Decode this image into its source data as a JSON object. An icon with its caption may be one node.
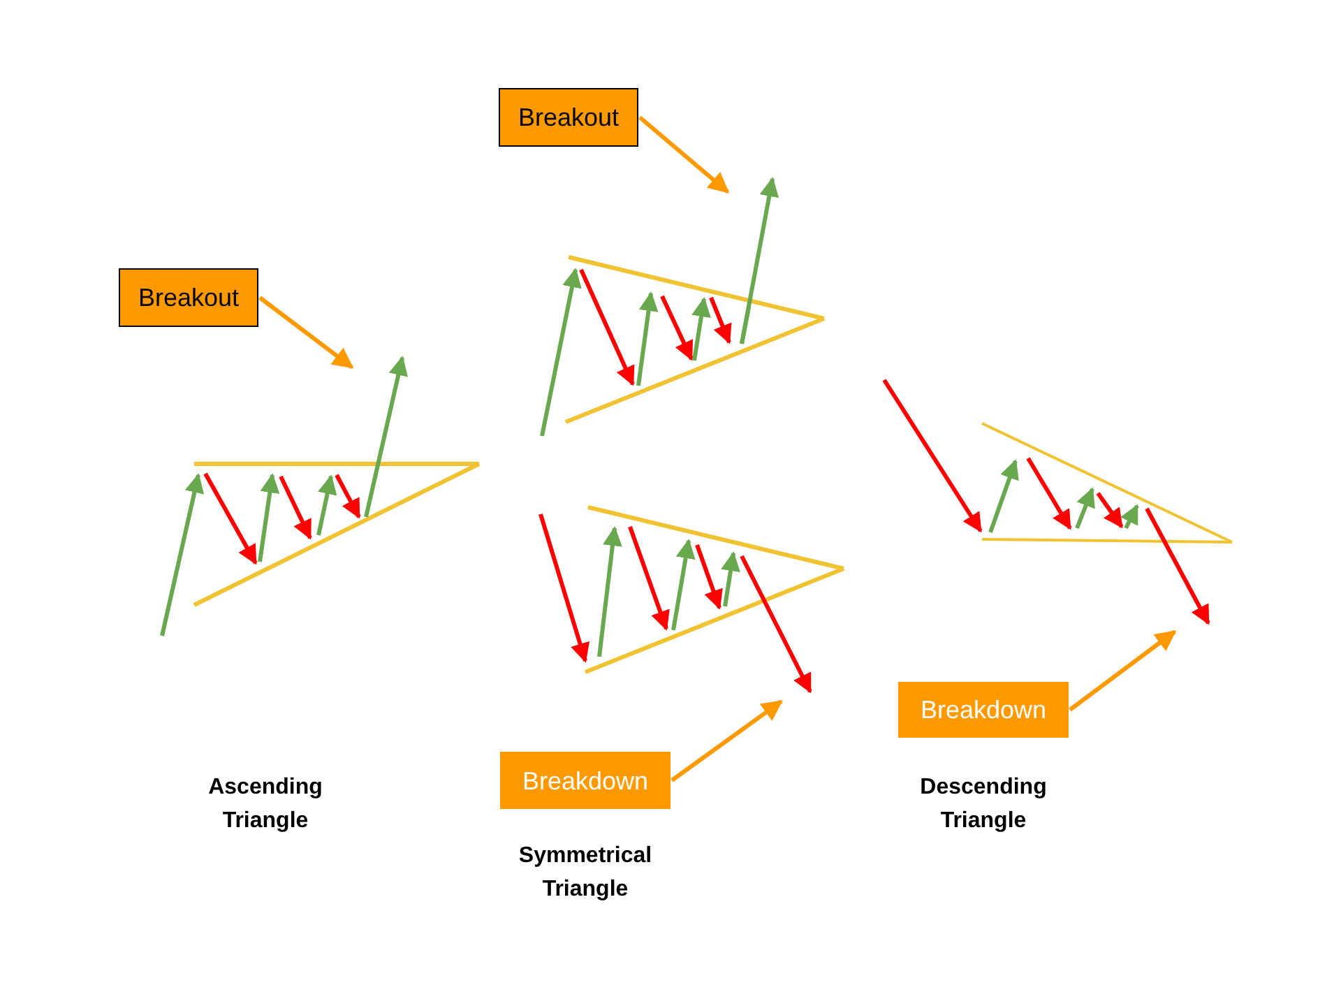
{
  "diagram": {
    "nodes": [
      {
        "text": [
          "Breakout"
        ]
      },
      {
        "text": [
          "Breakout"
        ]
      },
      {
        "text": [
          "Breakdown"
        ]
      },
      {
        "text": [
          "Breakdown"
        ]
      },
      {
        "text": [],
        "shape": "arrow"
      },
      {
        "text": [],
        "shape": "arrow"
      },
      {
        "text": [],
        "shape": "arrow"
      },
      {
        "text": [],
        "shape": "arrow"
      }
    ],
    "edges": [
      {
        "from": 0,
        "to": 4,
        "arrow": "to",
        "color": "#ff9900"
      },
      {
        "from": 1,
        "to": 5,
        "arrow": "to",
        "color": "#ff9900"
      },
      {
        "from": 2,
        "to": 6,
        "arrow": "to",
        "color": "#ff9900"
      },
      {
        "from": 3,
        "to": 7,
        "arrow": "to",
        "color": "#ff9900"
      }
    ],
    "labels": [
      "Ascending Triangle",
      "Symmetrical Triangle",
      "Descending Triangle"
    ]
  }
}
